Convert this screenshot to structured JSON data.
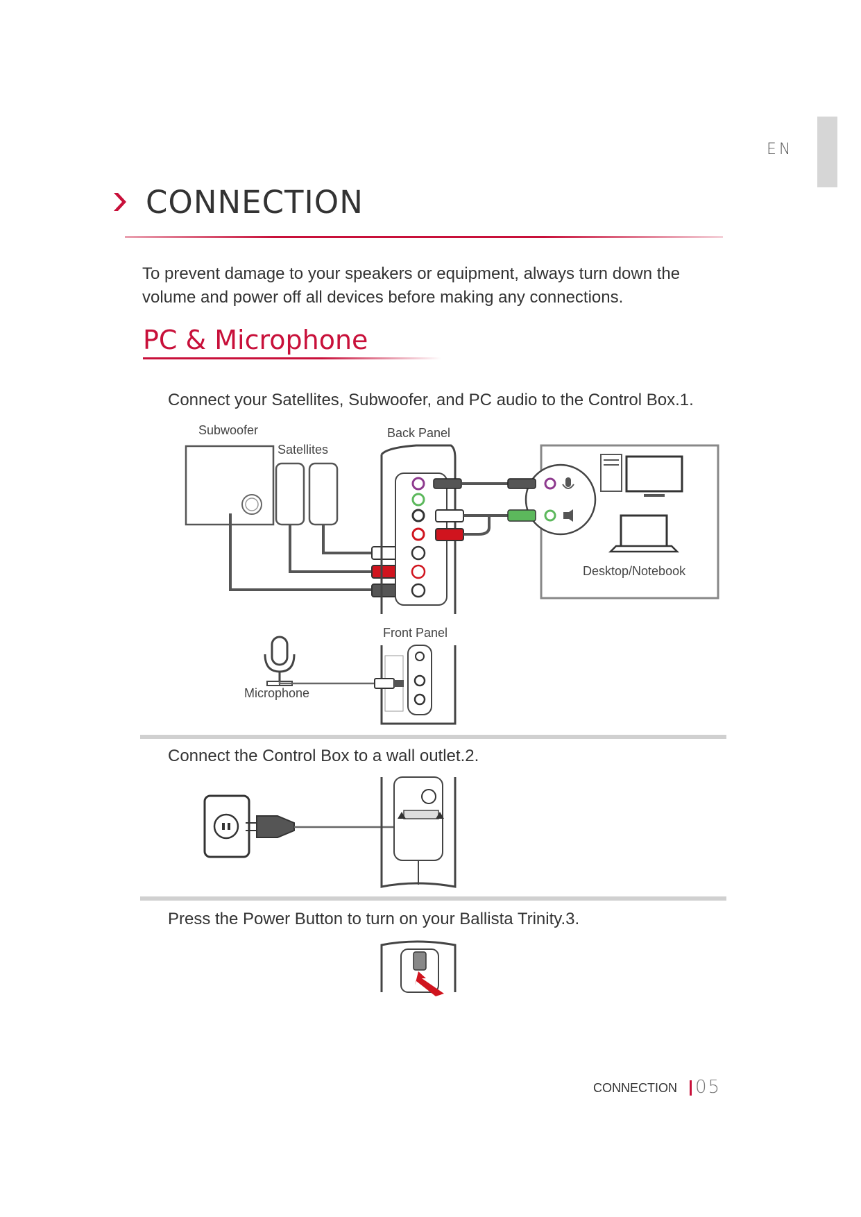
{
  "language_tab": "EN",
  "section": {
    "title": "CONNECTION"
  },
  "intro_text": "To prevent damage to your speakers or equipment, always turn down the volume and power off all devices before making any connections.",
  "subsection": {
    "title": "PC & Microphone"
  },
  "steps": [
    {
      "text": "Connect your Satellites, Subwoofer, and PC audio to the Control Box.1."
    },
    {
      "text": "Connect the Control Box to a wall outlet.2."
    },
    {
      "text": "Press the Power Button to turn on your Ballista Trinity.3."
    }
  ],
  "diagram1": {
    "labels": {
      "subwoofer": "Subwoofer",
      "satellites": "Satellites",
      "back_panel": "Back Panel",
      "desktop_notebook": "Desktop/Notebook",
      "front_panel": "Front Panel",
      "microphone": "Microphone"
    },
    "colors": {
      "mic": "#8e3a8e",
      "audio": "#5cb85c",
      "red": "#d0141e"
    }
  },
  "footer": {
    "section": "CONNECTION",
    "page": "05"
  },
  "accent_color": "#c8103a"
}
